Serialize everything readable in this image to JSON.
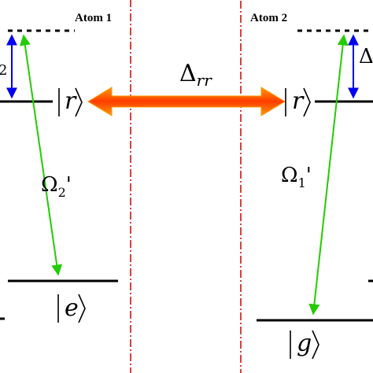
{
  "boxes": {
    "atom1_label": "Atom 1",
    "atom2_label": "Atom 2"
  },
  "interaction": {
    "symbol": "Δ",
    "subscript": "rr"
  },
  "states": {
    "r_left": "r",
    "r_right": "r",
    "e": "e",
    "g": "g"
  },
  "couplings": {
    "left": {
      "symbol": "Ω",
      "subscript": "2",
      "prime": "'"
    },
    "right": {
      "symbol": "Ω",
      "subscript": "1",
      "prime": "'"
    }
  },
  "partial_labels": {
    "left_detuning_fragment": "2",
    "right_detuning_fragment": "Δ"
  },
  "colors": {
    "box_border": "#cc0000",
    "transition": "#22cc00",
    "detuning": "#0000ee",
    "arrow_fill": "#ff5500",
    "arrow_edge": "#ff9900",
    "level": "#000000"
  }
}
